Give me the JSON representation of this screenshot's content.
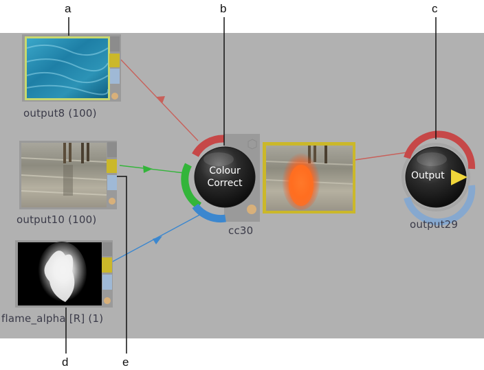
{
  "callouts": {
    "a": "a",
    "b": "b",
    "c": "c",
    "d": "d",
    "e": "e"
  },
  "nodes": {
    "water": {
      "label": "output8 (100)"
    },
    "beach": {
      "label": "output10 (100)"
    },
    "flame": {
      "label": "flame_alpha [R] (1)"
    },
    "colour_correct": {
      "line1": "Colour",
      "line2": "Correct",
      "label": "cc30"
    },
    "output": {
      "button": "Output",
      "label": "output29"
    }
  },
  "colors": {
    "canvas_bg": "#b1b1b1",
    "link_red": "#c8605a",
    "link_green": "#33b53a",
    "link_blue": "#3b87cf",
    "selected_yellow": "#cbb82a",
    "socket_blue": "#9fb9d6"
  }
}
